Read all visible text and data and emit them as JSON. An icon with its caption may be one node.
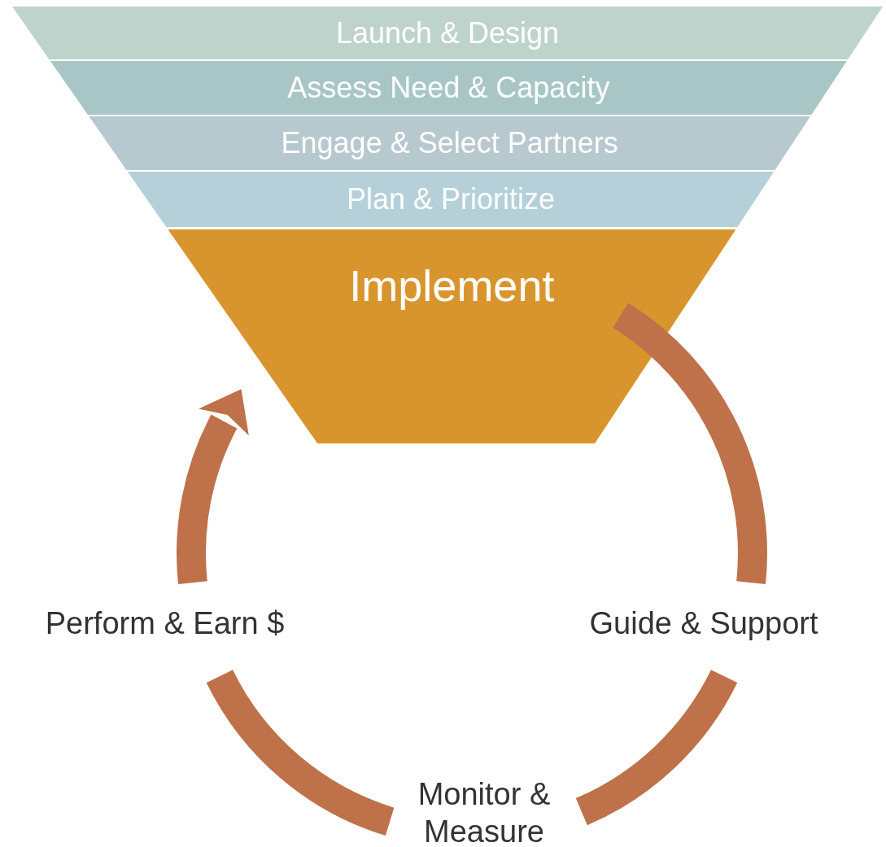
{
  "diagram": {
    "nodes": [
      {
        "text": [
          "Launch & Design"
        ]
      },
      {
        "text": [
          "Assess Need & Capacity"
        ]
      },
      {
        "text": [
          "Engage & Select Partners"
        ]
      },
      {
        "text": [
          "Plan & Prioritize"
        ]
      },
      {
        "text": [
          "Implement"
        ]
      },
      {
        "text": [
          "Perform & Earn $"
        ]
      },
      {
        "text": [
          "Guide & Support"
        ]
      },
      {
        "text": [
          "Monitor & Measure"
        ]
      }
    ],
    "edges": [
      {
        "from": 4,
        "to": 6,
        "arrow": "none"
      },
      {
        "from": 6,
        "to": 7,
        "arrow": "none"
      },
      {
        "from": 7,
        "to": 5,
        "arrow": "none"
      },
      {
        "from": 5,
        "to": 4,
        "arrow": "to"
      }
    ]
  }
}
